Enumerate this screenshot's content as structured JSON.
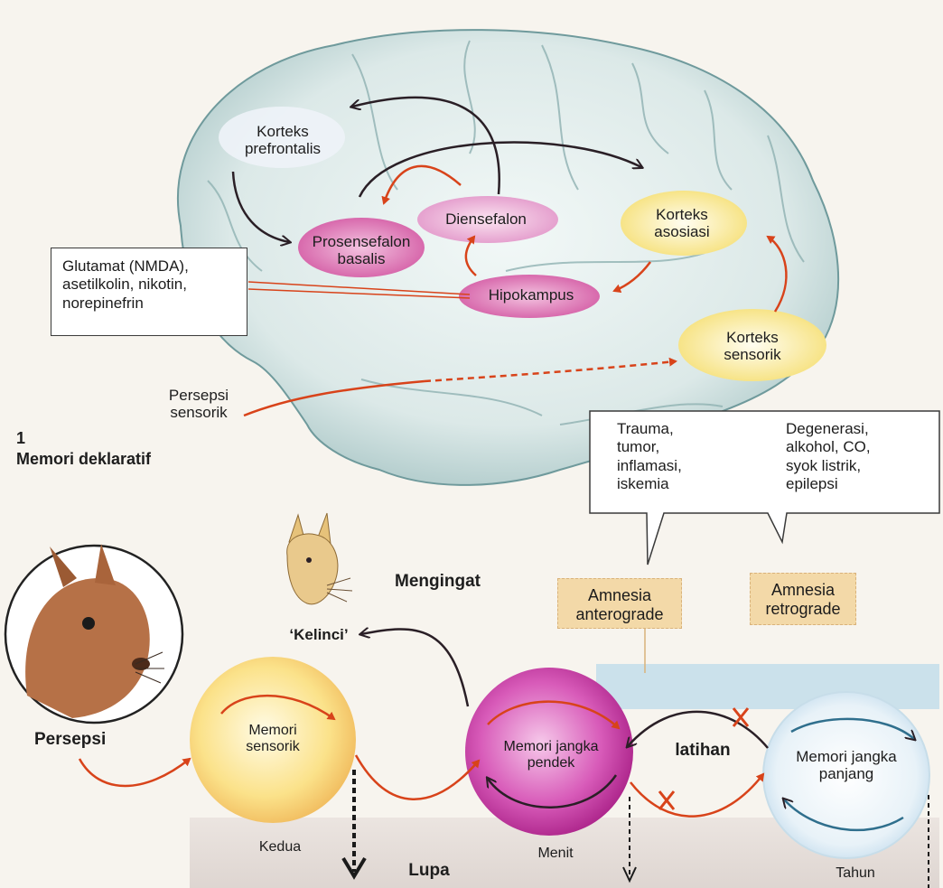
{
  "section1": {
    "number": "1",
    "title": "Memori deklaratif"
  },
  "brain": {
    "prefrontal": [
      "Korteks",
      "prefrontalis"
    ],
    "basal": [
      "Prosensefalon",
      "basalis"
    ],
    "diencephalon": "Diensefalon",
    "association": [
      "Korteks",
      "asosiasi"
    ],
    "hippocampus": "Hipokampus",
    "sensory_cortex": [
      "Korteks",
      "sensorik"
    ],
    "perception_input": [
      "Persepsi",
      "sensorik"
    ]
  },
  "transmitter_box": [
    "Glutamat (NMDA),",
    "asetilkolin, nikotin,",
    "norepinefrin"
  ],
  "causes_box": {
    "left": [
      "Trauma,",
      "tumor,",
      "inflamasi,",
      "iskemia"
    ],
    "right": [
      "Degenerasi,",
      "alkohol, CO,",
      "syok listrik,",
      "epilepsi"
    ]
  },
  "amnesia": {
    "anterograde": [
      "Amnesia",
      "anterograde"
    ],
    "retrograde": [
      "Amnesia",
      "retrograde"
    ]
  },
  "memory_flow": {
    "perception": "Persepsi",
    "recall": "Mengingat",
    "rabbit_word": "‘Kelinci’",
    "sensory": [
      "Memori",
      "sensorik"
    ],
    "short_term": [
      "Memori jangka",
      "pendek"
    ],
    "long_term": [
      "Memori jangka",
      "panjang"
    ],
    "practice": "latihan",
    "forget": "Lupa",
    "time_sensory": "Kedua",
    "time_short": "Menit",
    "time_long": "Tahun"
  },
  "colors": {
    "arrow_red": "#d8431a",
    "arrow_dark": "#2a1f26",
    "basal_pink": "#d563a8",
    "cortex_yellow": "#f7e27a",
    "short_term_magenta": "#c02a9a",
    "long_term_blue": "#a9cde6"
  }
}
